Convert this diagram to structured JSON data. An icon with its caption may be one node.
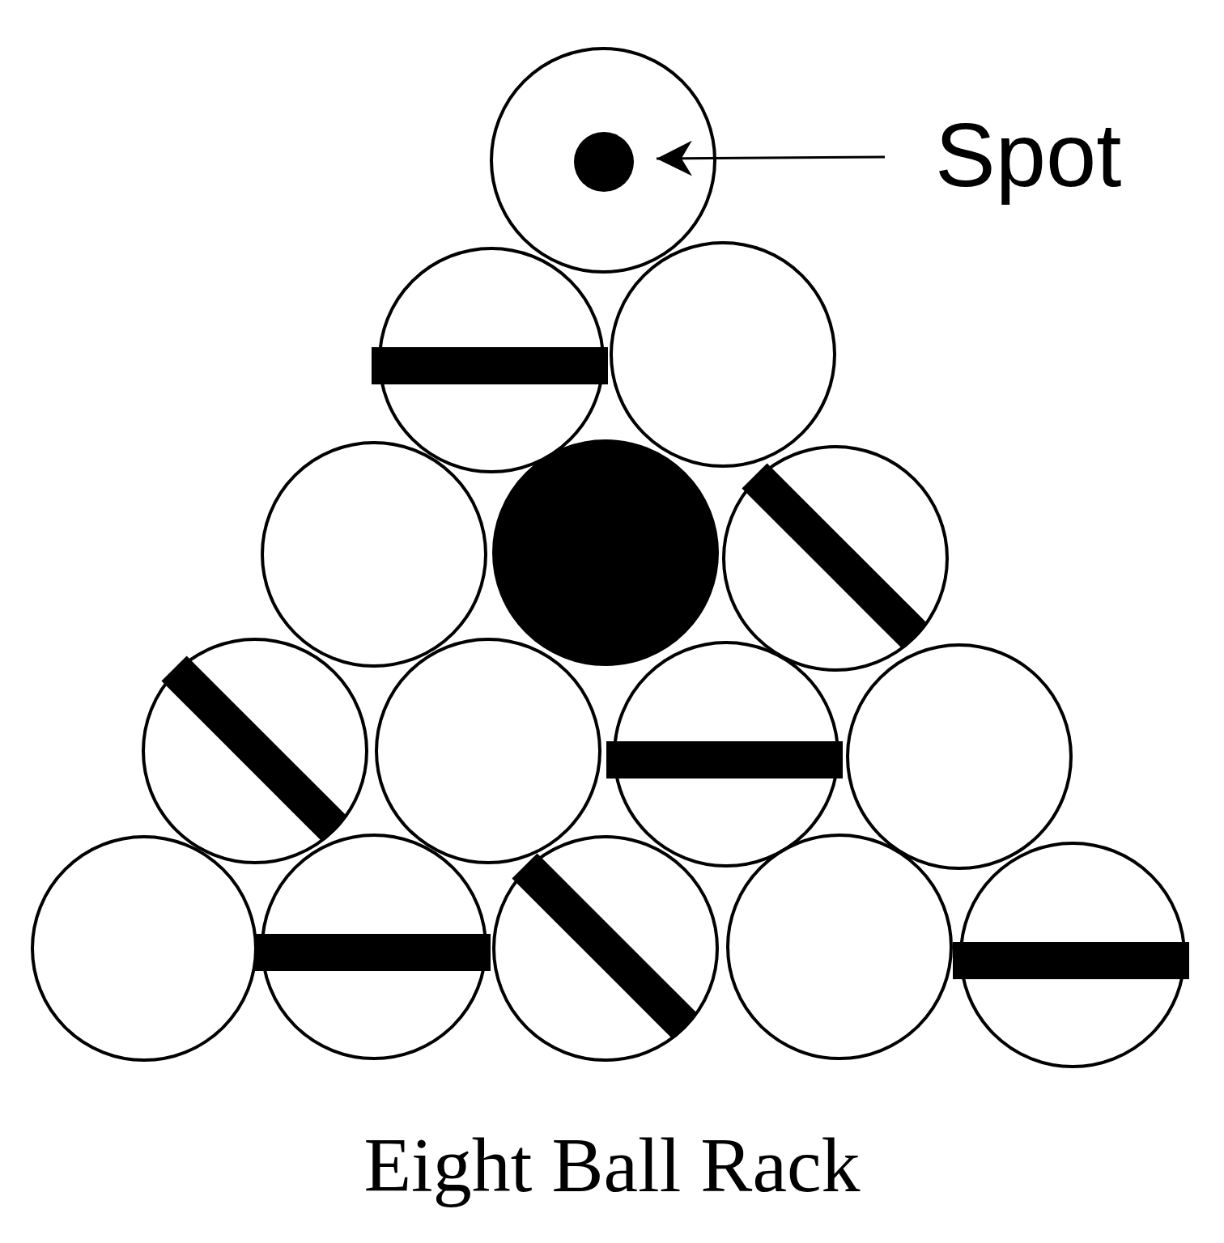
{
  "diagram": {
    "caption": "Eight Ball Rack",
    "nodes": [
      {
        "text": [
          "Spot"
        ]
      },
      {
        "text": [],
        "shape": "circle"
      }
    ],
    "edges": [
      {
        "from": 0,
        "to": 1,
        "arrow": "to"
      }
    ]
  }
}
